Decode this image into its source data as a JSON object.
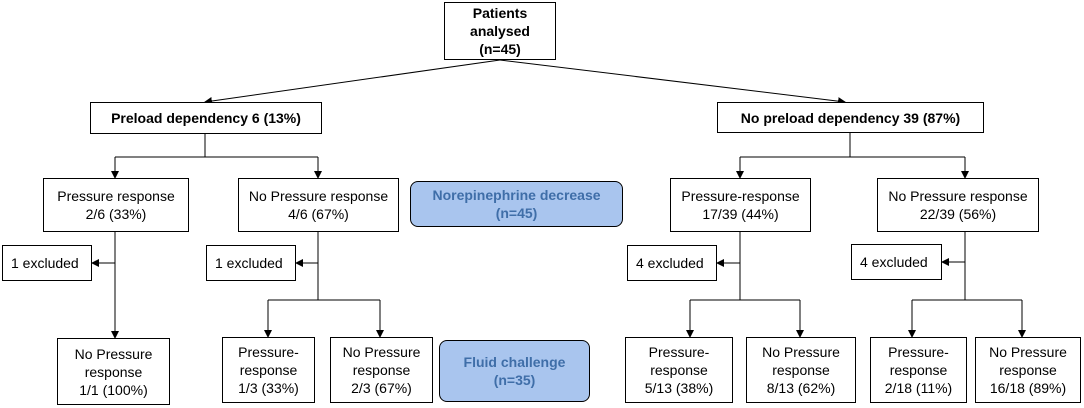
{
  "root": {
    "line1": "Patients analysed",
    "line2": "(n=45)"
  },
  "left_branch": {
    "title": "Preload dependency 6 (13%)",
    "pressure_response": {
      "line1": "Pressure response",
      "line2": "2/6 (33%)",
      "excluded": "1 excluded",
      "outcome": {
        "line1": "No Pressure",
        "line2": "response",
        "line3": "1/1 (100%)"
      }
    },
    "no_pressure_response": {
      "line1": "No Pressure response",
      "line2": "4/6 (67%)",
      "excluded": "1 excluded",
      "outcome_a": {
        "line1": "Pressure-",
        "line2": "response",
        "line3": "1/3 (33%)"
      },
      "outcome_b": {
        "line1": "No Pressure",
        "line2": "response",
        "line3": "2/3 (67%)"
      }
    }
  },
  "right_branch": {
    "title": "No preload dependency 39 (87%)",
    "pressure_response": {
      "line1": "Pressure-response",
      "line2": "17/39 (44%)",
      "excluded": "4 excluded",
      "outcome_a": {
        "line1": "Pressure-",
        "line2": "response",
        "line3": "5/13 (38%)"
      },
      "outcome_b": {
        "line1": "No Pressure",
        "line2": "response",
        "line3": "8/13 (62%)"
      }
    },
    "no_pressure_response": {
      "line1": "No Pressure response",
      "line2": "22/39 (56%)",
      "excluded": "4 excluded",
      "outcome_a": {
        "line1": "Pressure-",
        "line2": "response",
        "line3": "2/18 (11%)"
      },
      "outcome_b": {
        "line1": "No Pressure",
        "line2": "response",
        "line3": "16/18 (89%)"
      }
    }
  },
  "stages": {
    "norepinephrine": {
      "line1": "Norepinephrine decrease",
      "line2": "(n=45)"
    },
    "fluid": {
      "line1": "Fluid challenge",
      "line2": "(n=35)"
    }
  },
  "colors": {
    "stage_fill": "#a9c5ee",
    "stage_text": "#3f6ea8",
    "line": "#000000"
  }
}
